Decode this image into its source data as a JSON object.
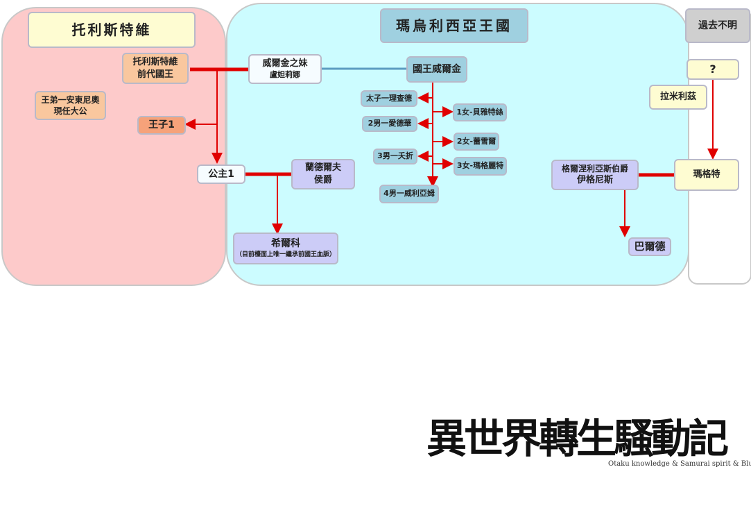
{
  "regions": {
    "left_title": "托利斯特維",
    "center_title": "瑪烏利西亞王國",
    "right_title": "過去不明"
  },
  "nodes": {
    "former_king": [
      "托利斯特維",
      "前代國王"
    ],
    "brother": [
      "王弟一安東尼奧",
      "現任大公"
    ],
    "prince1": "王子1",
    "princess1": "公主1",
    "queen": [
      "威爾金之妹",
      "盧妲莉娜"
    ],
    "king": "國王威爾金",
    "c1": "太子一理查德",
    "c2": "2男一愛德華",
    "c3": "3男一夭折",
    "c4": "4男一威利亞姆",
    "d1": "1女-貝雅特絲",
    "d2": "2女-蕾雪爾",
    "d3": "3女-瑪格麗特",
    "marquis": [
      "蘭德爾夫",
      "侯爵"
    ],
    "hilco": "希爾科",
    "hilco_note": "（目前檯面上唯一繼承前國王血脈）",
    "unknown": "?",
    "ramiris": "拉米利茲",
    "count": [
      "格爾涅利亞斯伯爵",
      "伊格尼斯"
    ],
    "margot": "瑪格特",
    "bard": "巴爾德"
  },
  "logo": {
    "title": "異世界轉生騷動記",
    "subtitle": "Otaku knowledge & Samurai spirit & Blue blood"
  },
  "colors": {
    "line": "#e00000",
    "left_bg": "#fdcaca",
    "center_bg": "#ccfcff"
  }
}
